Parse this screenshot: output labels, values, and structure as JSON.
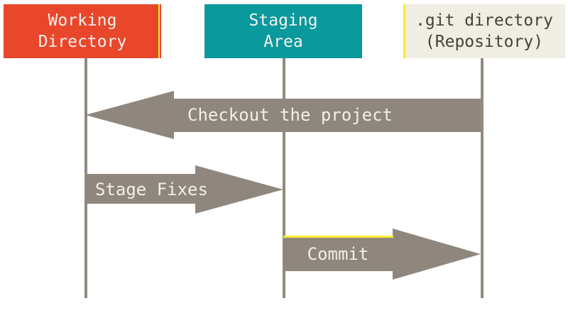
{
  "columns": [
    {
      "name": "working-directory",
      "label": [
        "Working",
        "Directory"
      ]
    },
    {
      "name": "staging-area",
      "label": [
        "Staging",
        "Area"
      ]
    },
    {
      "name": "git-directory",
      "label": [
        ".git directory",
        "(Repository)"
      ]
    }
  ],
  "arrows": [
    {
      "name": "checkout",
      "label": "Checkout the project",
      "direction": "left",
      "from": "git-directory",
      "to": "working-directory"
    },
    {
      "name": "stage-fixes",
      "label": "Stage Fixes",
      "direction": "right",
      "from": "working-directory",
      "to": "staging-area"
    },
    {
      "name": "commit",
      "label": "Commit",
      "direction": "right",
      "from": "staging-area",
      "to": "git-directory"
    }
  ],
  "colors": {
    "canvas-bg": "#FFFFFF",
    "working-bg": "#E8472C",
    "staging-bg": "#0A999D",
    "git-bg": "#F0EDE3",
    "git-text": "#46403A",
    "box-text": "#F4F1EC",
    "arrow": "#8F877D",
    "line": "#918A80",
    "accent-yellow": "#F7EB2F",
    "label-text": "#F2EFEA"
  }
}
